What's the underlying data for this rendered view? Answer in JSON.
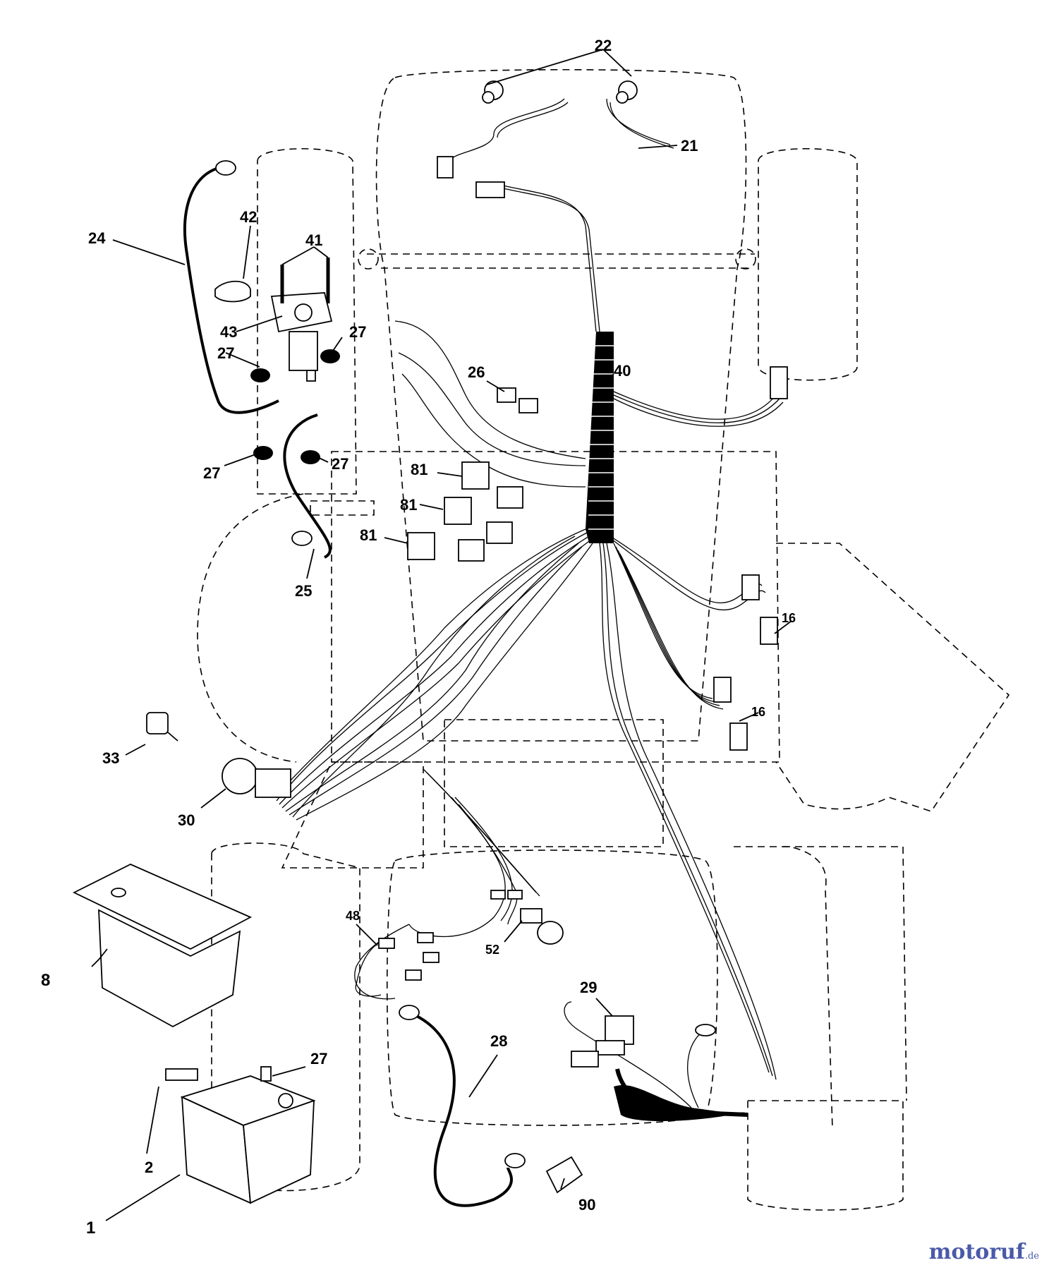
{
  "labels": {
    "l1": "1",
    "l2": "2",
    "l8": "8",
    "l16a": "16",
    "l16b": "16",
    "l21": "21",
    "l22": "22",
    "l24": "24",
    "l25": "25",
    "l26": "26",
    "l27a": "27",
    "l27b": "27",
    "l27c": "27",
    "l27d": "27",
    "l27e": "27",
    "l28": "28",
    "l29": "29",
    "l30": "30",
    "l33": "33",
    "l40": "40",
    "l41": "41",
    "l42": "42",
    "l43": "43",
    "l48": "48",
    "l52": "52",
    "l81a": "81",
    "l81b": "81",
    "l81c": "81",
    "l90": "90"
  },
  "watermark": {
    "brand": "motoruf",
    "tld": ".de"
  }
}
